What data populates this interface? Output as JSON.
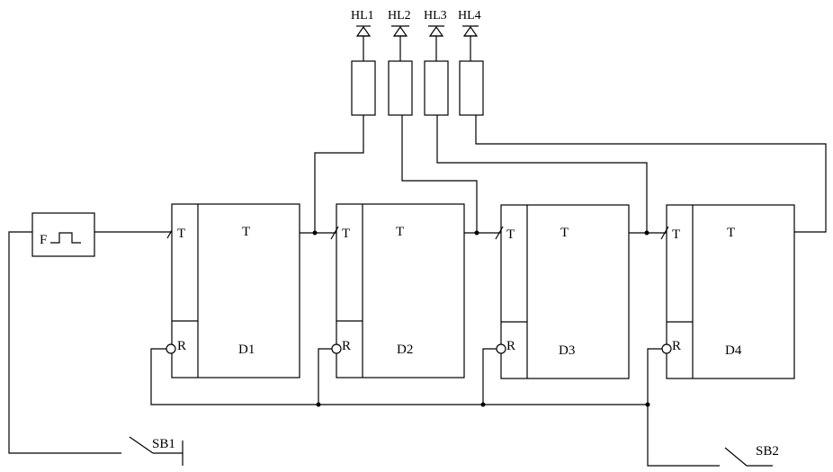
{
  "generator": {
    "label": "F"
  },
  "flipflops": [
    {
      "name": "D1",
      "type_label": "T",
      "input_t": "T",
      "input_r": "R"
    },
    {
      "name": "D2",
      "type_label": "T",
      "input_t": "T",
      "input_r": "R"
    },
    {
      "name": "D3",
      "type_label": "T",
      "input_t": "T",
      "input_r": "R"
    },
    {
      "name": "D4",
      "type_label": "T",
      "input_t": "T",
      "input_r": "R"
    }
  ],
  "leds": [
    {
      "name": "HL1"
    },
    {
      "name": "HL2"
    },
    {
      "name": "HL3"
    },
    {
      "name": "HL4"
    }
  ],
  "switches": [
    {
      "name": "SB1"
    },
    {
      "name": "SB2"
    }
  ]
}
